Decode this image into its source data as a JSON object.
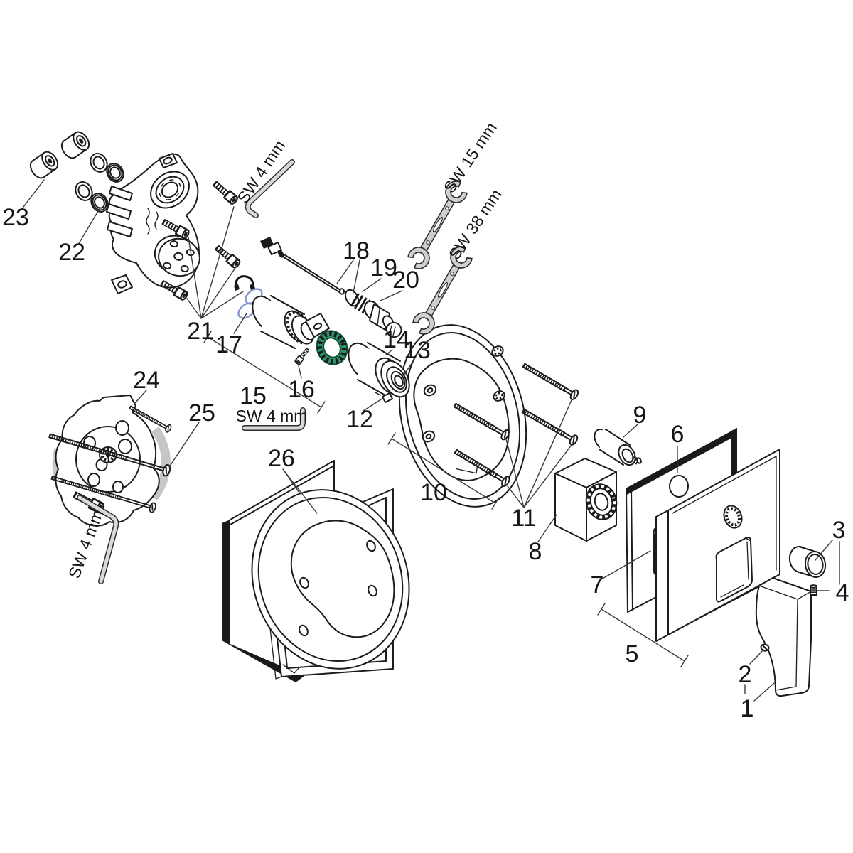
{
  "diagram": {
    "colors": {
      "background": "#ffffff",
      "line": "#1c1c1c",
      "accent_green": "#2f9569",
      "accent_green_dark": "#0d4f38",
      "accent_blue": "#8295d2",
      "tool_fill": "#cfcfcf",
      "spacer_gray": "#c6c6c6"
    },
    "callouts": {
      "1": "1",
      "2": "2",
      "3": "3",
      "4": "4",
      "5": "5",
      "6": "6",
      "7": "7",
      "8": "8",
      "9": "9",
      "10": "10",
      "11": "11",
      "12": "12",
      "13": "13",
      "14": "14",
      "15": "15",
      "16": "16",
      "17": "17",
      "18": "18",
      "19": "19",
      "20": "20",
      "21": "21",
      "22": "22",
      "23": "23",
      "24": "24",
      "25": "25",
      "26": "26"
    },
    "tool_labels": {
      "allen_key_top": "SW 4 mm",
      "allen_key_middle": "SW 4 mm",
      "allen_key_bottom": "SW 4 mm",
      "open_end_wrench_small": "SW 15 mm",
      "open_end_wrench_large": "SW 38 mm"
    }
  }
}
